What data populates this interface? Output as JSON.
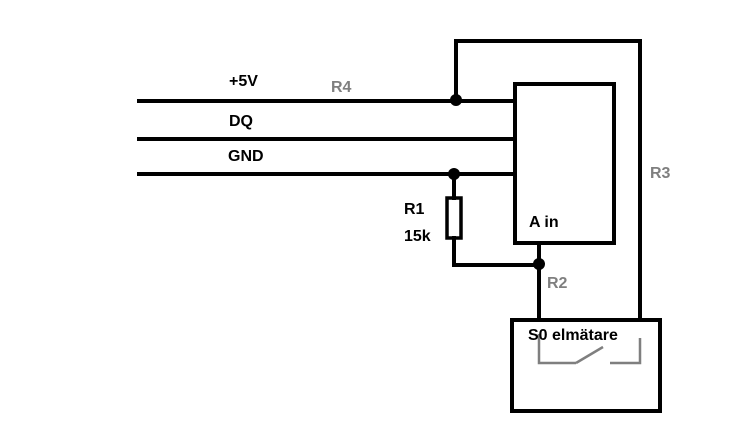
{
  "labels": {
    "plus5v": "+5V",
    "dq": "DQ",
    "gnd": "GND",
    "r4": "R4",
    "r3": "R3",
    "r2": "R2",
    "r1": "R1",
    "r1_value": "15k",
    "adc_input": "A in",
    "meter": "S0 elmätare"
  },
  "colors": {
    "wire": "#000000",
    "reference_label": "#7f7f7f",
    "background": "#ffffff"
  }
}
